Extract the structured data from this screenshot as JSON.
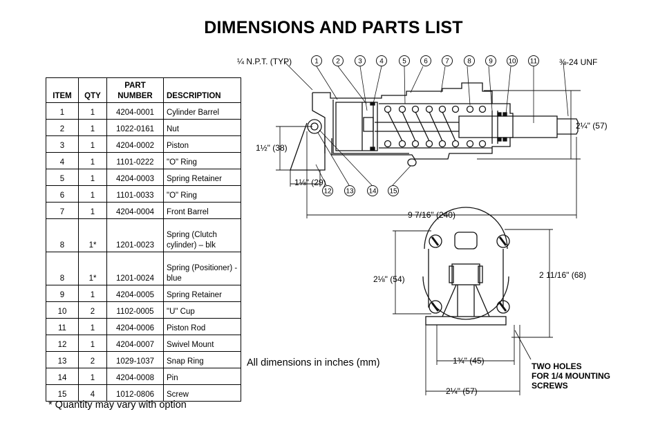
{
  "title": "DIMENSIONS AND PARTS LIST",
  "table": {
    "headers": {
      "item": "ITEM",
      "qty": "QTY",
      "part_line1": "PART",
      "part_line2": "NUMBER",
      "description": "DESCRIPTION"
    },
    "rows": [
      {
        "item": "1",
        "qty": "1",
        "part": "4204-0001",
        "desc": "Cylinder Barrel"
      },
      {
        "item": "2",
        "qty": "1",
        "part": "1022-0161",
        "desc": "Nut"
      },
      {
        "item": "3",
        "qty": "1",
        "part": "4204-0002",
        "desc": "Piston"
      },
      {
        "item": "4",
        "qty": "1",
        "part": "1101-0222",
        "desc": "\"O\" Ring"
      },
      {
        "item": "5",
        "qty": "1",
        "part": "4204-0003",
        "desc": "Spring Retainer"
      },
      {
        "item": "6",
        "qty": "1",
        "part": "1101-0033",
        "desc": "\"O\" Ring"
      },
      {
        "item": "7",
        "qty": "1",
        "part": "4204-0004",
        "desc": "Front Barrel"
      },
      {
        "item": "8",
        "qty": "1*",
        "part": "1201-0023",
        "desc": "Spring (Clutch cylinder) – blk"
      },
      {
        "item": "8",
        "qty": "1*",
        "part": "1201-0024",
        "desc": "Spring (Positioner) - blue"
      },
      {
        "item": "9",
        "qty": "1",
        "part": "4204-0005",
        "desc": "Spring Retainer"
      },
      {
        "item": "10",
        "qty": "2",
        "part": "1102-0005",
        "desc": "\"U\" Cup"
      },
      {
        "item": "11",
        "qty": "1",
        "part": "4204-0006",
        "desc": "Piston Rod"
      },
      {
        "item": "12",
        "qty": "1",
        "part": "4204-0007",
        "desc": "Swivel Mount"
      },
      {
        "item": "13",
        "qty": "2",
        "part": "1029-1037",
        "desc": "Snap Ring"
      },
      {
        "item": "14",
        "qty": "1",
        "part": "4204-0008",
        "desc": "Pin"
      },
      {
        "item": "15",
        "qty": "4",
        "part": "1012-0806",
        "desc": "Screw"
      }
    ]
  },
  "footnote": "* Quantity may vary with option",
  "units_note": "All dimensions in inches (mm)",
  "drawing": {
    "npt_label": "¼ N.P.T. (TYP)",
    "thread_label": "⅜-24 UNF",
    "top_callouts": [
      "1",
      "2",
      "3",
      "4",
      "5",
      "6",
      "7",
      "8",
      "9",
      "10",
      "11"
    ],
    "bottom_callouts": [
      "12",
      "13",
      "14",
      "15"
    ],
    "dims": {
      "height_side": "2¼\" (57)",
      "pivot_height": "1½\" (38)",
      "mount_width": "1⅛\" (29)",
      "overall_length": "9 7/16\" (240)",
      "end_screw_spacing": "2⅛\" (54)",
      "end_height": "2 11/16\" (68)",
      "hole_spacing": "1¾\" (45)",
      "base_width": "2¼\" (57)"
    },
    "hole_note": [
      "TWO HOLES",
      "FOR 1/4 MOUNTING",
      "SCREWS"
    ]
  }
}
